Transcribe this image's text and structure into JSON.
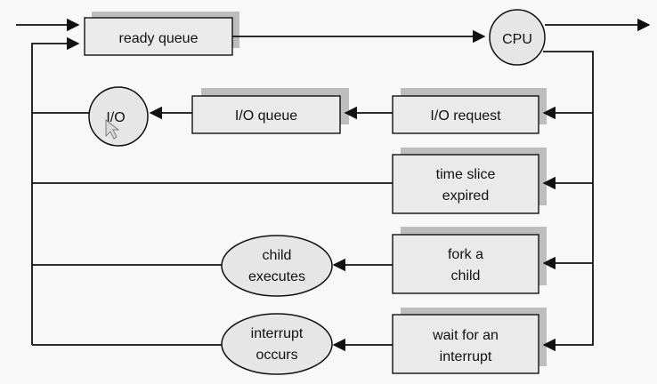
{
  "diagram": {
    "ready_queue": "ready queue",
    "cpu": "CPU",
    "io_device": "I/O",
    "io_queue": "I/O queue",
    "io_request": "I/O request",
    "time_slice_line1": "time slice",
    "time_slice_line2": "expired",
    "fork_line1": "fork a",
    "fork_line2": "child",
    "child_line1": "child",
    "child_line2": "executes",
    "wait_line1": "wait for an",
    "wait_line2": "interrupt",
    "interrupt_line1": "interrupt",
    "interrupt_line2": "occurs"
  },
  "colors": {
    "line": "#111111",
    "box_fill": "#eaeaea",
    "node_fill": "#e6e6e6",
    "shade": "#8d8d8d"
  },
  "icons": {
    "pointer": "mouse-pointer-icon"
  }
}
